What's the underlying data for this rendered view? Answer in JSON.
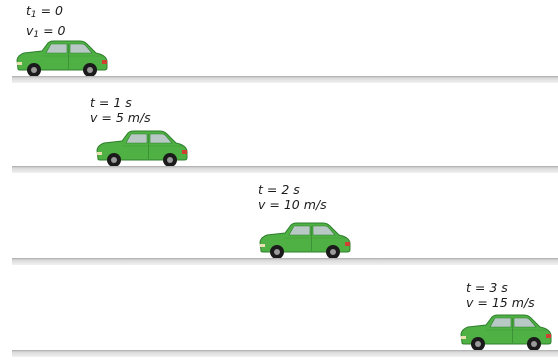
{
  "frames": [
    {
      "id": "frame-0",
      "time_symbol": "t",
      "time_sub": "1",
      "time_value": " = 0",
      "vel_symbol": "v",
      "vel_sub": "1",
      "vel_value": " = 0"
    },
    {
      "id": "frame-1",
      "time_text": "t = 1 s",
      "vel_text": "v = 5 m/s"
    },
    {
      "id": "frame-2",
      "time_text": "t = 2 s",
      "vel_text": "v = 10 m/s"
    },
    {
      "id": "frame-3",
      "time_text": "t = 3 s",
      "vel_text": "v = 15 m/s"
    }
  ],
  "colors": {
    "car_body": "#4fb043",
    "car_dark": "#2f7f2e",
    "window": "#b8c8c4",
    "tire": "#1b1b1b",
    "road_top": "#a9a9a9"
  }
}
